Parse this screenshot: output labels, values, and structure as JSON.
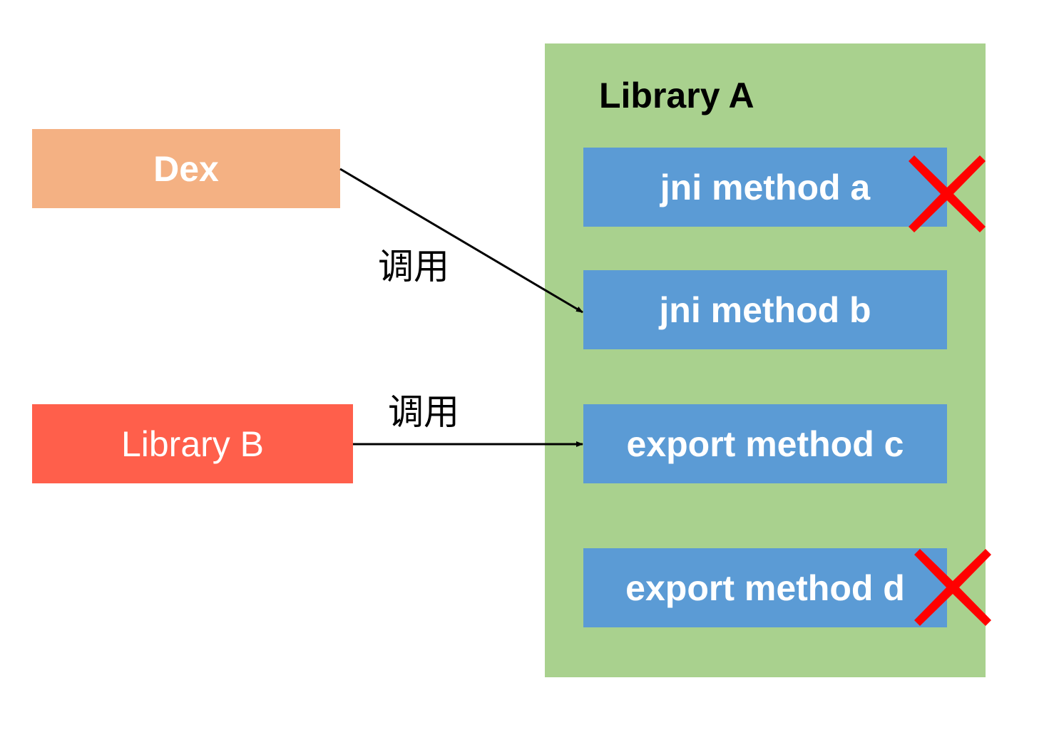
{
  "colors": {
    "dex": "#f4b183",
    "library_b": "#ff5f4b",
    "library_a": "#a9d18e",
    "method": "#5b9bd5",
    "cross": "#ff0000",
    "arrow": "#000000"
  },
  "dex": {
    "label": "Dex"
  },
  "library_b": {
    "label": "Library B"
  },
  "library_a": {
    "title": "Library A",
    "methods": [
      {
        "label": "jni method a",
        "crossed": true
      },
      {
        "label": "jni method b",
        "crossed": false
      },
      {
        "label": "export method c",
        "crossed": false
      },
      {
        "label": "export method d",
        "crossed": true
      }
    ]
  },
  "calls": [
    {
      "label": "调用",
      "from": "Dex",
      "to": "jni method b"
    },
    {
      "label": "调用",
      "from": "Library B",
      "to": "export method c"
    }
  ]
}
